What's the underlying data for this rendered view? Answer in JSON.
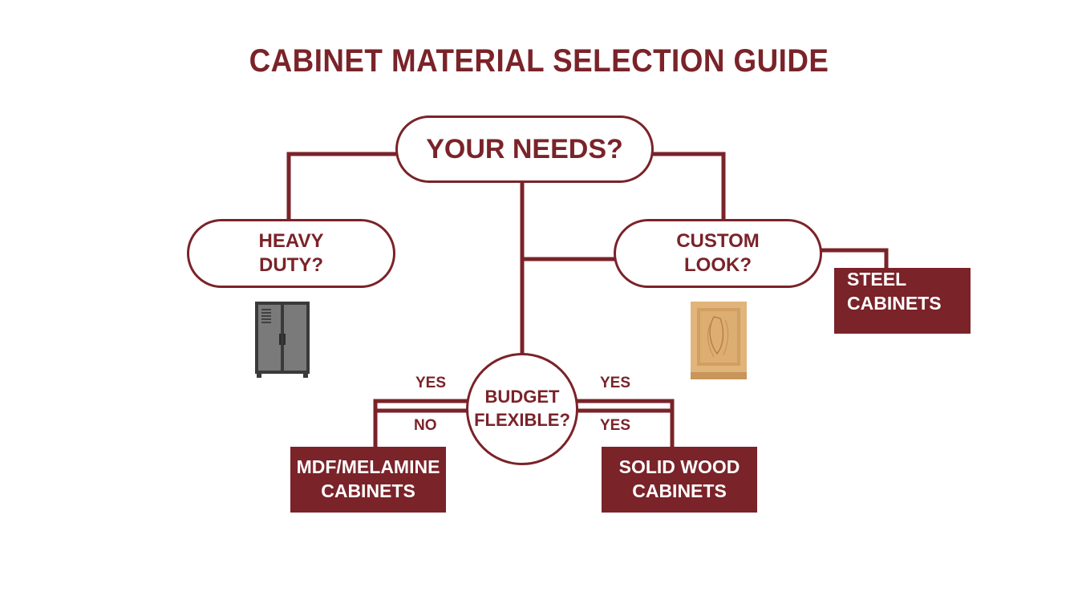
{
  "title": "CABINET MATERIAL SELECTION GUIDE",
  "nodes": {
    "root": {
      "lines": [
        "YOUR NEEDS?"
      ]
    },
    "heavy_duty": {
      "lines": [
        "HEAVY",
        "DUTY?"
      ]
    },
    "custom_look": {
      "lines": [
        "CUSTOM",
        "LOOK?"
      ]
    },
    "budget": {
      "lines": [
        "BUDGET",
        "FLEXIBLE?"
      ]
    }
  },
  "results": {
    "steel": {
      "lines": [
        "STEEL",
        "CABINETS"
      ]
    },
    "mdf": {
      "lines": [
        "MDF/MELAMINE",
        "CABINETS"
      ]
    },
    "solid_wood": {
      "lines": [
        "SOLID WOOD",
        "CABINETS"
      ]
    }
  },
  "edge_labels": {
    "budget_yes_left": "YES",
    "budget_no_left": "NO",
    "budget_yes_right_top": "YES",
    "budget_yes_right_bottom": "YES"
  },
  "icons": {
    "locker": "steel-locker-icon",
    "wood_door": "wood-cabinet-door-icon"
  },
  "colors": {
    "primary": "#7a2329",
    "background": "#ffffff",
    "steel_gray": "#6e6e6e",
    "wood": "#d9a86a"
  }
}
